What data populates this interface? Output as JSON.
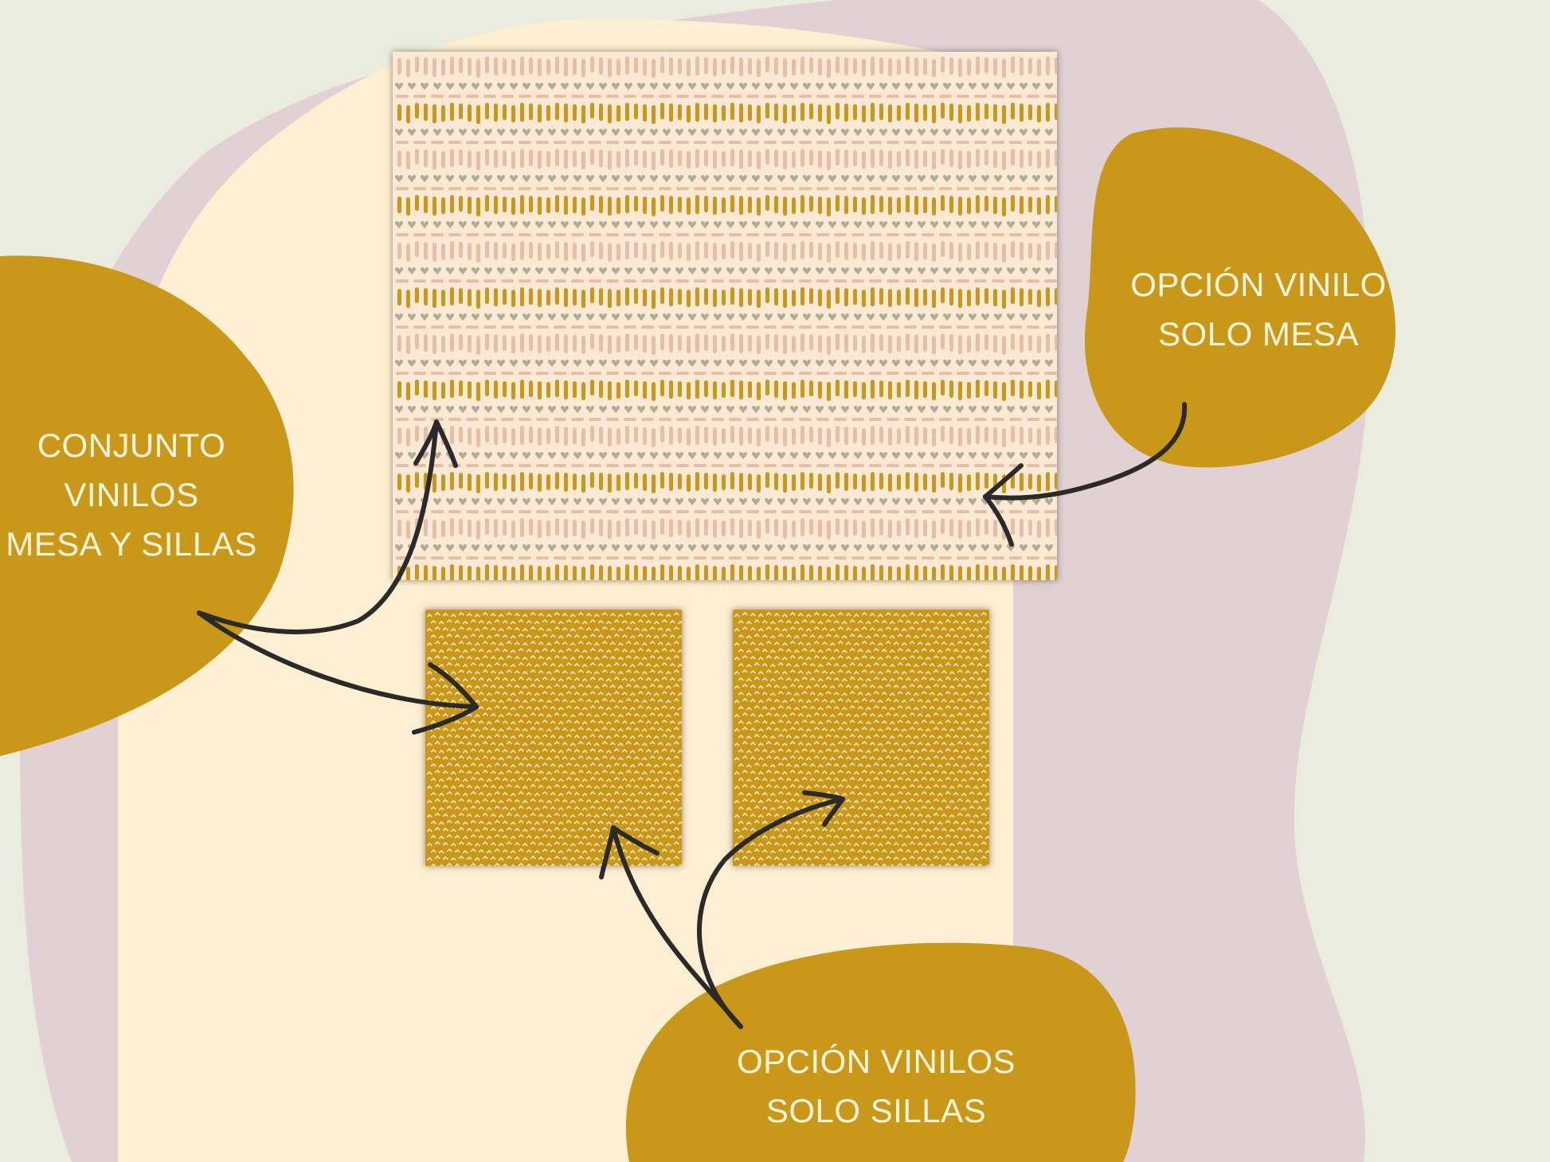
{
  "labels": {
    "set": {
      "line1": "CONJUNTO",
      "line2": "VINILOS",
      "line3": "MESA Y SILLAS"
    },
    "table_only": {
      "line1": "OPCIÓN VINILO",
      "line2": "SOLO MESA"
    },
    "chairs_only": {
      "line1": "OPCIÓN VINILOS",
      "line2": "SOLO SILLAS"
    }
  },
  "colors": {
    "background": "#eaedde",
    "lilac_blob": "#e1d1d5",
    "cream_panel": "#fdefd1",
    "mustard": "#c99818",
    "label_text": "#fff5dc",
    "arrow": "#2b2a28",
    "pattern_bg": "#fbe9d6",
    "pattern_pink": "#e6bea6",
    "pattern_sage": "#aeae92",
    "pattern_mustard": "#c99818"
  },
  "icons": {
    "arrow": "hand-drawn-curved-arrow-icon"
  }
}
